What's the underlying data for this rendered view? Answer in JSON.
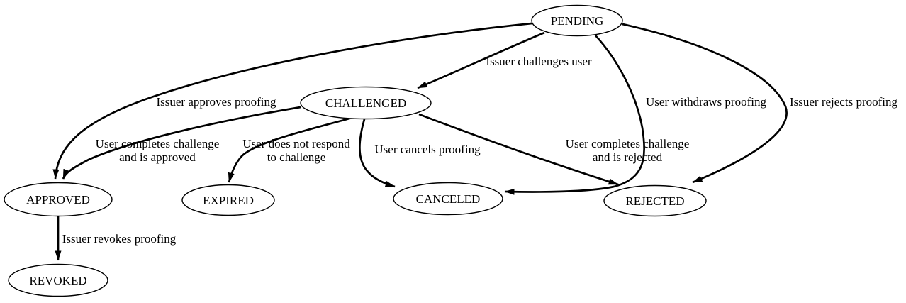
{
  "diagram": {
    "type": "state-transition-graph",
    "colors": {
      "background": "#ffffff",
      "node_fill": "#ffffff",
      "stroke": "#000000",
      "text": "#000000"
    },
    "nodes": [
      {
        "id": "pending",
        "label": "PENDING"
      },
      {
        "id": "challenged",
        "label": "CHALLENGED"
      },
      {
        "id": "approved",
        "label": "APPROVED"
      },
      {
        "id": "expired",
        "label": "EXPIRED"
      },
      {
        "id": "canceled",
        "label": "CANCELED"
      },
      {
        "id": "rejected",
        "label": "REJECTED"
      },
      {
        "id": "revoked",
        "label": "REVOKED"
      }
    ],
    "edges": [
      {
        "from": "PENDING",
        "to": "CHALLENGED",
        "label": "Issuer challenges user",
        "lines": [
          "Issuer challenges user"
        ]
      },
      {
        "from": "PENDING",
        "to": "APPROVED",
        "label": "Issuer approves proofing",
        "lines": [
          "Issuer approves proofing"
        ]
      },
      {
        "from": "CHALLENGED",
        "to": "APPROVED",
        "label": "User completes challenge and is approved",
        "lines": [
          "User completes challenge",
          "and is approved"
        ]
      },
      {
        "from": "CHALLENGED",
        "to": "EXPIRED",
        "label": "User does not respond to challenge",
        "lines": [
          "User does not respond",
          "to challenge"
        ]
      },
      {
        "from": "CHALLENGED",
        "to": "CANCELED",
        "label": "User cancels proofing",
        "lines": [
          "User cancels proofing"
        ]
      },
      {
        "from": "CHALLENGED",
        "to": "REJECTED",
        "label": "User completes challenge and is rejected",
        "lines": [
          "User completes challenge",
          "and is rejected"
        ]
      },
      {
        "from": "PENDING",
        "to": "CANCELED",
        "label": "User withdraws proofing",
        "lines": [
          "User withdraws proofing"
        ]
      },
      {
        "from": "PENDING",
        "to": "REJECTED",
        "label": "Issuer rejects proofing",
        "lines": [
          "Issuer rejects proofing"
        ]
      },
      {
        "from": "APPROVED",
        "to": "REVOKED",
        "label": "Issuer revokes proofing",
        "lines": [
          "Issuer revokes proofing"
        ]
      }
    ]
  }
}
